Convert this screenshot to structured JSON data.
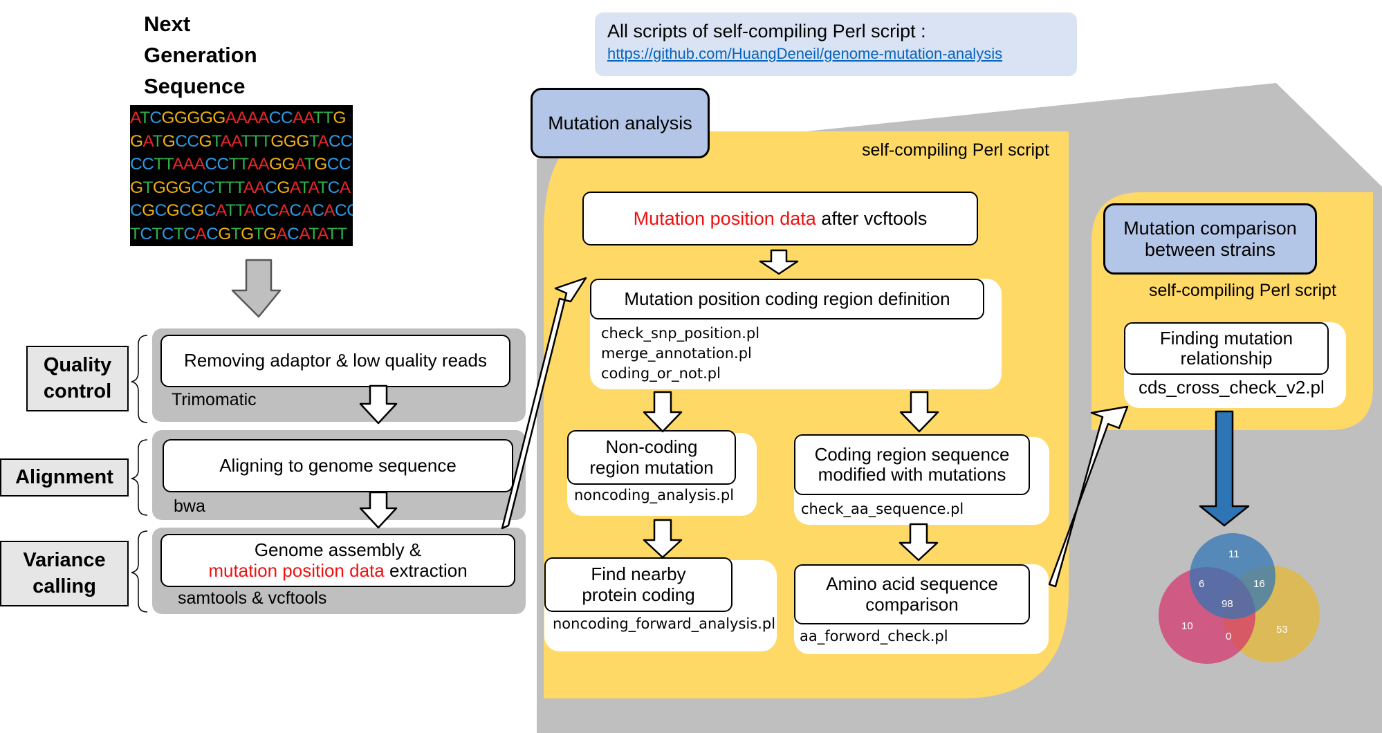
{
  "title_lines": [
    "Next",
    "Generation",
    "Sequence"
  ],
  "dna": {
    "rows": [
      "ATCGGGGGAAAACCAATTG",
      "GATGCCGTAATTTGGGTACC",
      "CCTTAAACCTTAAGGATGCC",
      "GTGGGCCTTTAACGATATCA",
      "CGCGCGCATTACCACACACC",
      "TCTCTCACGTGTGACATATT"
    ],
    "colors": {
      "A": "#e8262a",
      "T": "#2fb14a",
      "C": "#2b9be6",
      "G": "#f2b20f"
    }
  },
  "github": {
    "label": "All scripts of self-compiling Perl script :",
    "url": "https://github.com/HuangDeneil/genome-mutation-analysis"
  },
  "pipeline": {
    "qc": {
      "label_lines": [
        "Quality",
        "control"
      ],
      "step": "Removing adaptor & low quality reads",
      "tool": "Trimomatic"
    },
    "align": {
      "label": "Alignment",
      "step": "Aligning to genome sequence",
      "tool": "bwa"
    },
    "var": {
      "label_lines": [
        "Variance",
        "calling"
      ],
      "step_line1": "Genome assembly &",
      "step_red": "mutation position data",
      "step_rest": " extraction",
      "tool": "samtools & vcftools"
    }
  },
  "analysis": {
    "title": "Mutation analysis",
    "perl_label": "self-compiling Perl script",
    "input_red": "Mutation position data",
    "input_rest": " after vcftools",
    "coding_def": {
      "title": "Mutation position coding region definition",
      "scripts": [
        "check_snp_position.pl",
        "merge_annotation.pl",
        "coding_or_not.pl"
      ]
    },
    "noncoding": {
      "title_lines": [
        "Non-coding",
        "region mutation"
      ],
      "script": "noncoding_analysis.pl"
    },
    "coding_seq": {
      "title_lines": [
        "Coding region sequence",
        "modified with mutations"
      ],
      "script": "check_aa_sequence.pl"
    },
    "nearby": {
      "title_lines": [
        "Find nearby",
        "protein coding"
      ],
      "script": "noncoding_forward_analysis.pl"
    },
    "aa_cmp": {
      "title_lines": [
        "Amino acid sequence",
        "comparison"
      ],
      "script": "aa_forword_check.pl"
    }
  },
  "comparison": {
    "title_lines": [
      "Mutation comparison",
      "between strains"
    ],
    "perl_label": "self-compiling Perl script",
    "step_lines": [
      "Finding mutation",
      "relationship"
    ],
    "script": "cds_cross_check_v2.pl"
  },
  "venn": {
    "values": {
      "top_only": "11",
      "left_only": "10",
      "right_only": "53",
      "top_left": "6",
      "top_right": "16",
      "left_right": "0",
      "all": "98"
    },
    "colors": {
      "top": "#2e75b6",
      "left": "#d6336c",
      "right": "#e8b931"
    }
  }
}
